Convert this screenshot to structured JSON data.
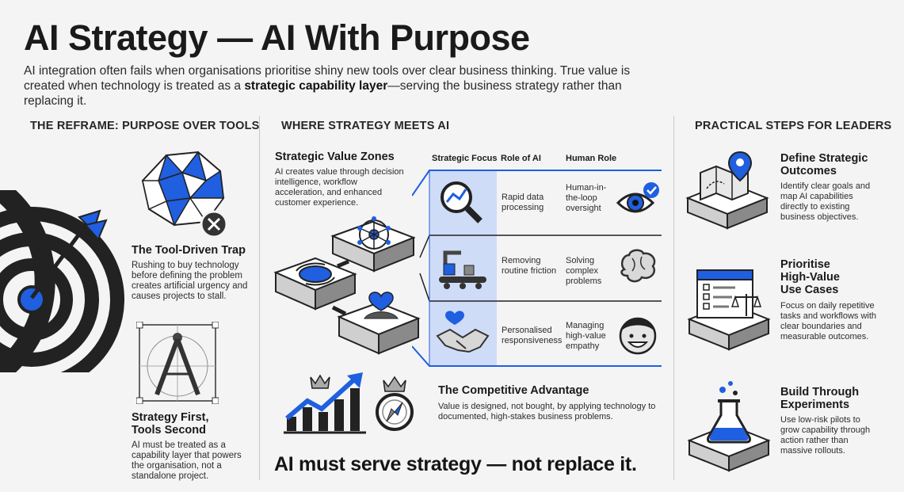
{
  "header": {
    "title": "AI Strategy — AI With Purpose",
    "intro_pre": "AI integration often fails when organisations prioritise shiny new tools over clear business thinking. True value is created when technology is treated as a ",
    "intro_bold": "strategic capability layer",
    "intro_post": "—serving the business strategy rather than replacing it."
  },
  "left": {
    "heading": "THE REFRAME: PURPOSE OVER TOOLS",
    "trap_title": "The Tool-Driven Trap",
    "trap_body": "Rushing to buy technology before defining the problem creates artificial urgency and causes projects to stall.",
    "strategy_title_1": "Strategy First,",
    "strategy_title_2": "Tools Second",
    "strategy_body": "AI must be treated as a capability layer that powers the organisation, not a standalone project."
  },
  "middle": {
    "heading": "WHERE STRATEGY MEETS AI",
    "zones_title": "Strategic Value Zones",
    "zones_body": "AI creates value through decision intelligence, workflow acceleration, and enhanced customer experience.",
    "table": {
      "headers": [
        "Strategic Focus",
        "Role of AI",
        "Human Role"
      ],
      "rows": [
        {
          "ai": "Rapid data processing",
          "human": "Human-in-the-loop oversight"
        },
        {
          "ai": "Removing routine friction",
          "human": "Solving complex problems"
        },
        {
          "ai": "Personalised responsiveness",
          "human": "Managing high-value empathy"
        }
      ]
    },
    "advantage_title": "The Competitive Advantage",
    "advantage_body": "Value is designed, not bought, by applying technology to documented, high-stakes business problems.",
    "tagline": "AI must serve strategy — not replace it."
  },
  "right": {
    "heading": "PRACTICAL STEPS FOR LEADERS",
    "steps": [
      {
        "title": "Define Strategic Outcomes",
        "body": "Identify clear goals and map AI capabilities directly to existing business objectives."
      },
      {
        "title": "Prioritise High-Value Use Cases",
        "body": "Focus on daily repetitive tasks and workflows with clear boundaries and measurable outcomes."
      },
      {
        "title": "Build Through Experiments",
        "body": "Use low-risk pilots to grow capability through action rather than massive rollouts."
      }
    ]
  },
  "colors": {
    "accent": "#1f5fe0",
    "dark": "#222222",
    "light_blue": "#cfdcf7"
  }
}
